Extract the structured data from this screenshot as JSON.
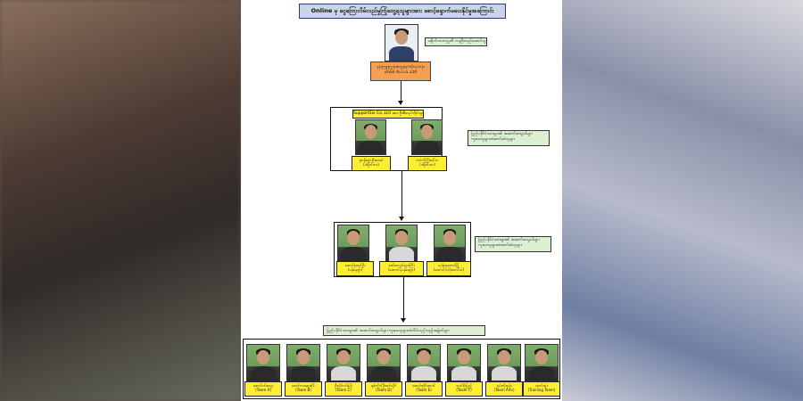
{
  "title": "Online မှ ငွေကြေးလိမ်လည်မှုကြုံတွေ့ရသူများအား စောင့်ရှောက်မပေးနိုင်မှုအကြောင်း",
  "top_note": "ခရိုက်ကားကုမ္ပဏီ ကနဦးတည်ထောင်သူ",
  "boss": {
    "label_line1": "နန်းကြူးကြွန်းစုံကွန်ရက်မှီလုပ်ငန်း",
    "label_line2": "Zhan Xu Co.,Ltd"
  },
  "level1": {
    "header": "SupportSix Co.,Ltd အား ဦးစီးလုပ်ကိုင်သူများ",
    "members": [
      {
        "name": "ဒူးပန်းသွားဦးဝေးယံ",
        "role": "(ဒါရိုက်တာ)"
      },
      {
        "name": "ကဝဲလ်ကြိုးဒေါ်ဘ",
        "role": "(ဒါရိုက်တာ)"
      }
    ],
    "note_line1": "ပြည်ပနိုင်ငံသားများ၏ အဆက်အသွယ်များ",
    "note_line2": "ကူးခေသူများထံဆက်ဆံသူများ"
  },
  "level2": {
    "members": [
      {
        "name": "ဆောင်ခုံးလွင်ဦး",
        "role": "(မန်နေဂျာ)"
      },
      {
        "name": "ဇော်ဝေလွင်သွားကြီး",
        "role": "(ထောက်ပံ့မန်နေဂျာ)"
      },
      {
        "name": "ယုန်ဖေ့တောင်မြို့",
        "role": "(ထောက်ပံ့ကိုသောင်ယံ)"
      }
    ],
    "note_line1": "ပြည်ပနိုင်ငံသားများ၏ အဆက်အသွယ်များ",
    "note_line2": "ကူးခေသူများထံဆက်ဆံသူများ"
  },
  "level3": {
    "header": "ပြည်ပနိုင်ငံသားများ၏ အဆက်အသွယ်များ ကူးခေသူများထံလိမ်လည်သည့်အဖွဲ့ဝင်များ",
    "members": [
      {
        "name": "ဆောင်ဝင်းသွေး",
        "team": "(Team A)"
      },
      {
        "name": "ဓောင်ဘာဆွေထိုင်",
        "team": "(Team B)"
      },
      {
        "name": "ဦးလှိုင်ဝင်းမြင့်",
        "team": "(Team C)"
      },
      {
        "name": "ချစ်ကိုကိုဦးထင်လှိုင်",
        "team": "(Team D)"
      },
      {
        "name": "ဆောင်စုစိုင်းထက်",
        "team": "(Team E)"
      },
      {
        "name": "သုတ်စိုးပြည့်",
        "team": "(Team F)"
      },
      {
        "name": "ရမ်းကိုထွန်း",
        "team": "(Team Arts)"
      },
      {
        "name": "ရာဝင်ဆုံး",
        "team": "(Training Team)"
      }
    ]
  }
}
